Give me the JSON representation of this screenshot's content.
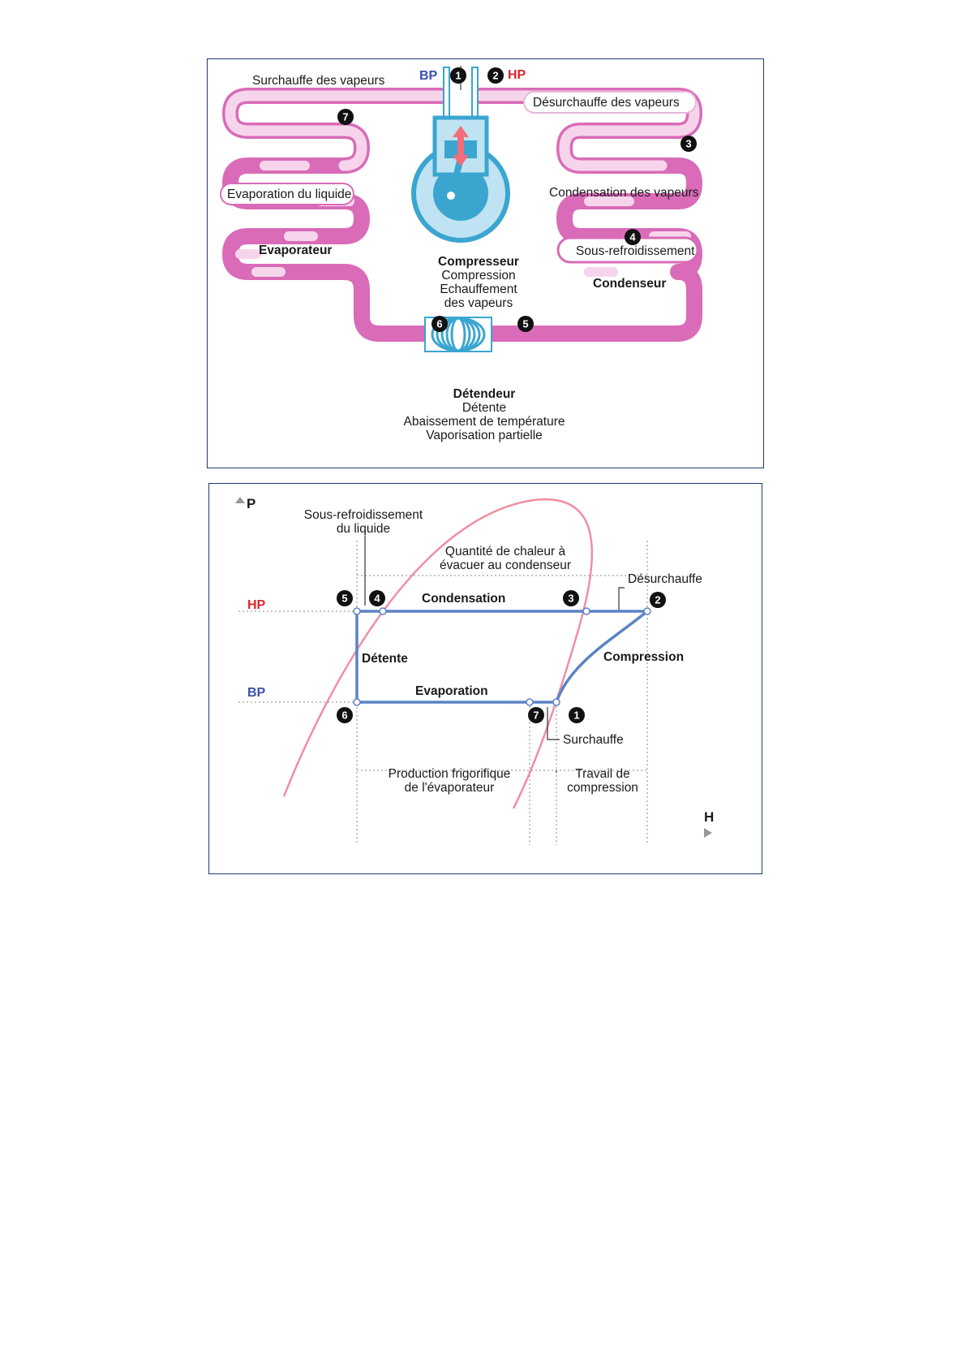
{
  "colors": {
    "tube": "#d96bb8",
    "tube_light": "#f4d3ea",
    "compressor": "#3aa6d0",
    "frame": "#1f3b73",
    "cycle": "#5b83c6",
    "curve": "#ef8fa3",
    "bp": "#3a4fb0",
    "hp": "#d8262e"
  },
  "circuit": {
    "bp_label": "BP",
    "hp_label": "HP",
    "surchauffe_vapeurs": "Surchauffe des vapeurs",
    "desurchauffe_vapeurs": "Désurchauffe des vapeurs",
    "evaporation_liquide": "Evaporation du liquide",
    "evaporateur": "Evaporateur",
    "condensation_vapeurs": "Condensation des vapeurs",
    "sous_refroidissement": "Sous-refroidissement",
    "condenseur": "Condenseur",
    "compresseur": {
      "title": "Compresseur",
      "line1": "Compression",
      "line2": "Echauffement",
      "line3": "des vapeurs"
    },
    "detendeur": {
      "title": "Détendeur",
      "line1": "Détente",
      "line2": "Abaissement de température",
      "line3": "Vaporisation partielle"
    },
    "points": [
      "1",
      "2",
      "3",
      "4",
      "5",
      "6",
      "7"
    ]
  },
  "ph_diagram": {
    "axis_p": "P",
    "axis_h": "H",
    "hp_label": "HP",
    "bp_label": "BP",
    "sous_refroidissement_line1": "Sous-refroidissement",
    "sous_refroidissement_line2": "du liquide",
    "chaleur_line1": "Quantité de chaleur à",
    "chaleur_line2": "évacuer au condenseur",
    "desurchauffe": "Désurchauffe",
    "condensation": "Condensation",
    "detente": "Détente",
    "compression": "Compression",
    "evaporation": "Evaporation",
    "surchauffe": "Surchauffe",
    "production_line1": "Production frigorifique",
    "production_line2": "de l'évaporateur",
    "travail_line1": "Travail de",
    "travail_line2": "compression",
    "points": [
      "1",
      "2",
      "3",
      "4",
      "5",
      "6",
      "7"
    ]
  }
}
